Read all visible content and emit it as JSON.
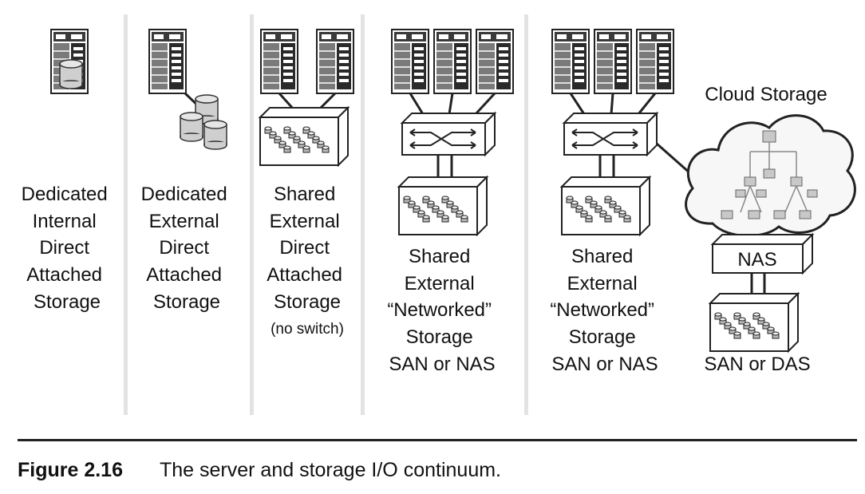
{
  "figure": {
    "number": "Figure 2.16",
    "caption": "The server and storage I/O continuum."
  },
  "columns": [
    {
      "lines": [
        "Dedicated",
        "Internal",
        "Direct",
        "Attached",
        "Storage"
      ],
      "note": ""
    },
    {
      "lines": [
        "Dedicated",
        "External",
        "Direct",
        "Attached",
        "Storage"
      ],
      "note": ""
    },
    {
      "lines": [
        "Shared",
        "External",
        "Direct",
        "Attached",
        "Storage"
      ],
      "note": "(no switch)"
    },
    {
      "lines": [
        "Shared",
        "External",
        "“Networked”",
        "Storage",
        "SAN or NAS"
      ],
      "note": ""
    },
    {
      "lines": [
        "Shared",
        "External",
        "“Networked”",
        "Storage",
        "SAN or NAS"
      ],
      "note": ""
    }
  ],
  "cloud": {
    "title": "Cloud Storage",
    "nas_label": "NAS",
    "storage_label": "SAN or DAS"
  },
  "icons": [
    "server-icon",
    "disk-cylinder-icon",
    "switch-icon",
    "storage-array-icon",
    "cloud-icon"
  ],
  "colors": {
    "divider": "#e3e3e3",
    "rule": "#222222",
    "device_fill": "#ffffff",
    "disk_fill": "#cfcfcf"
  }
}
